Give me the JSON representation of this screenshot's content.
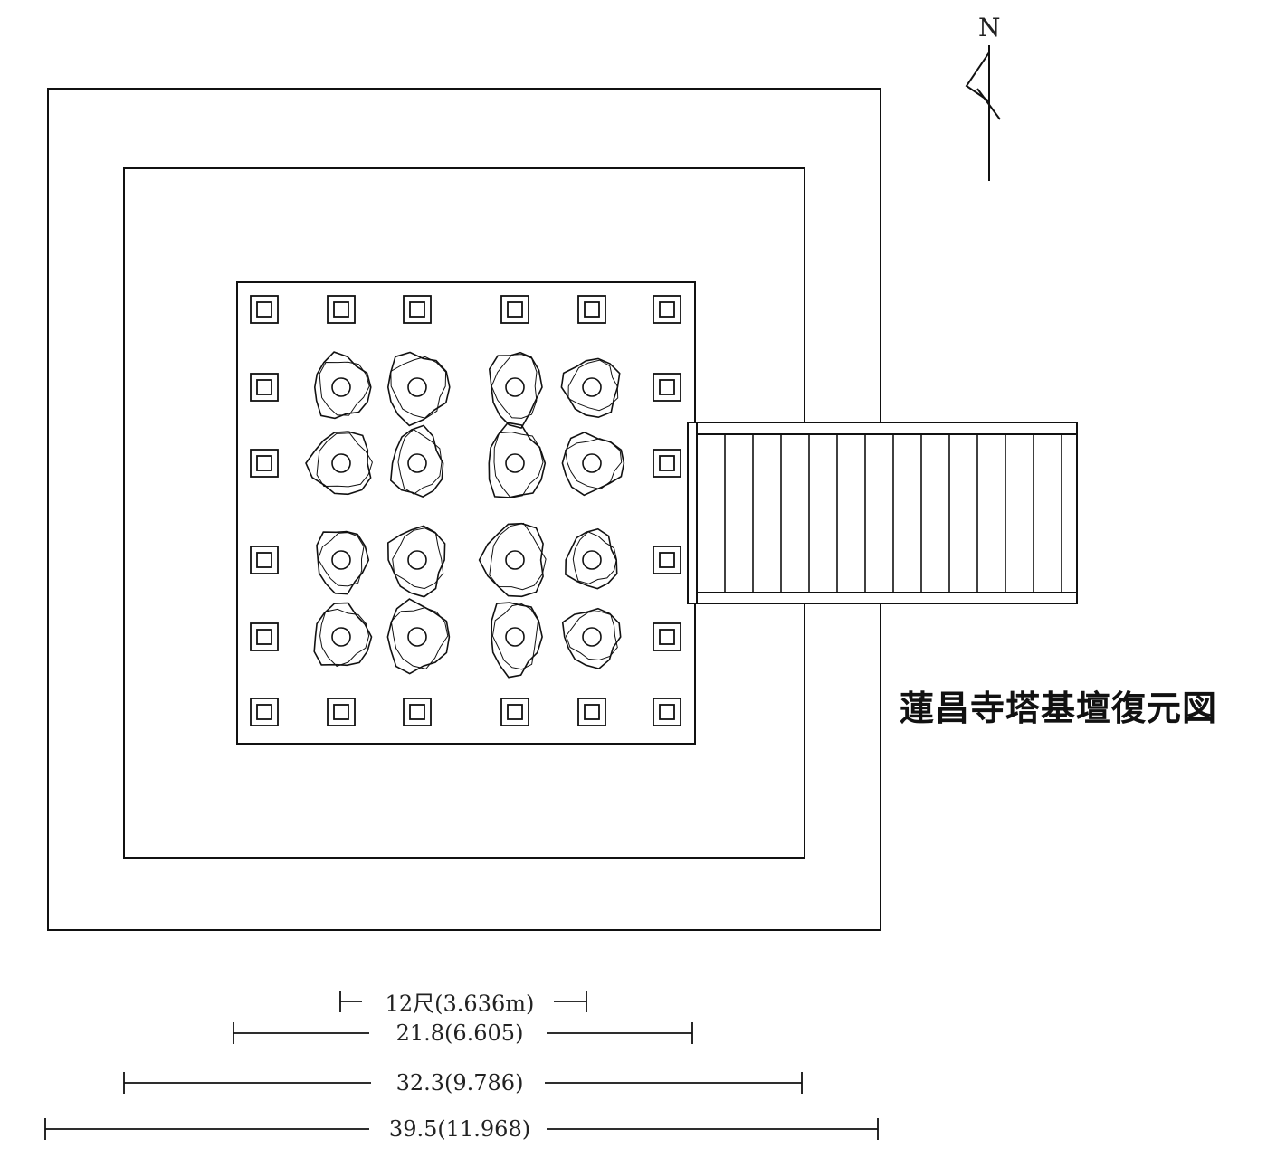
{
  "title": "蓮昌寺塔基壇復元図",
  "north_label": "N",
  "dimensions": [
    {
      "label": "12尺(3.636m)"
    },
    {
      "label": "21.8(6.605)"
    },
    {
      "label": "32.3(9.786)"
    },
    {
      "label": "39.5(11.968)"
    }
  ],
  "colors": {
    "line": "#111111",
    "background": "#ffffff"
  }
}
